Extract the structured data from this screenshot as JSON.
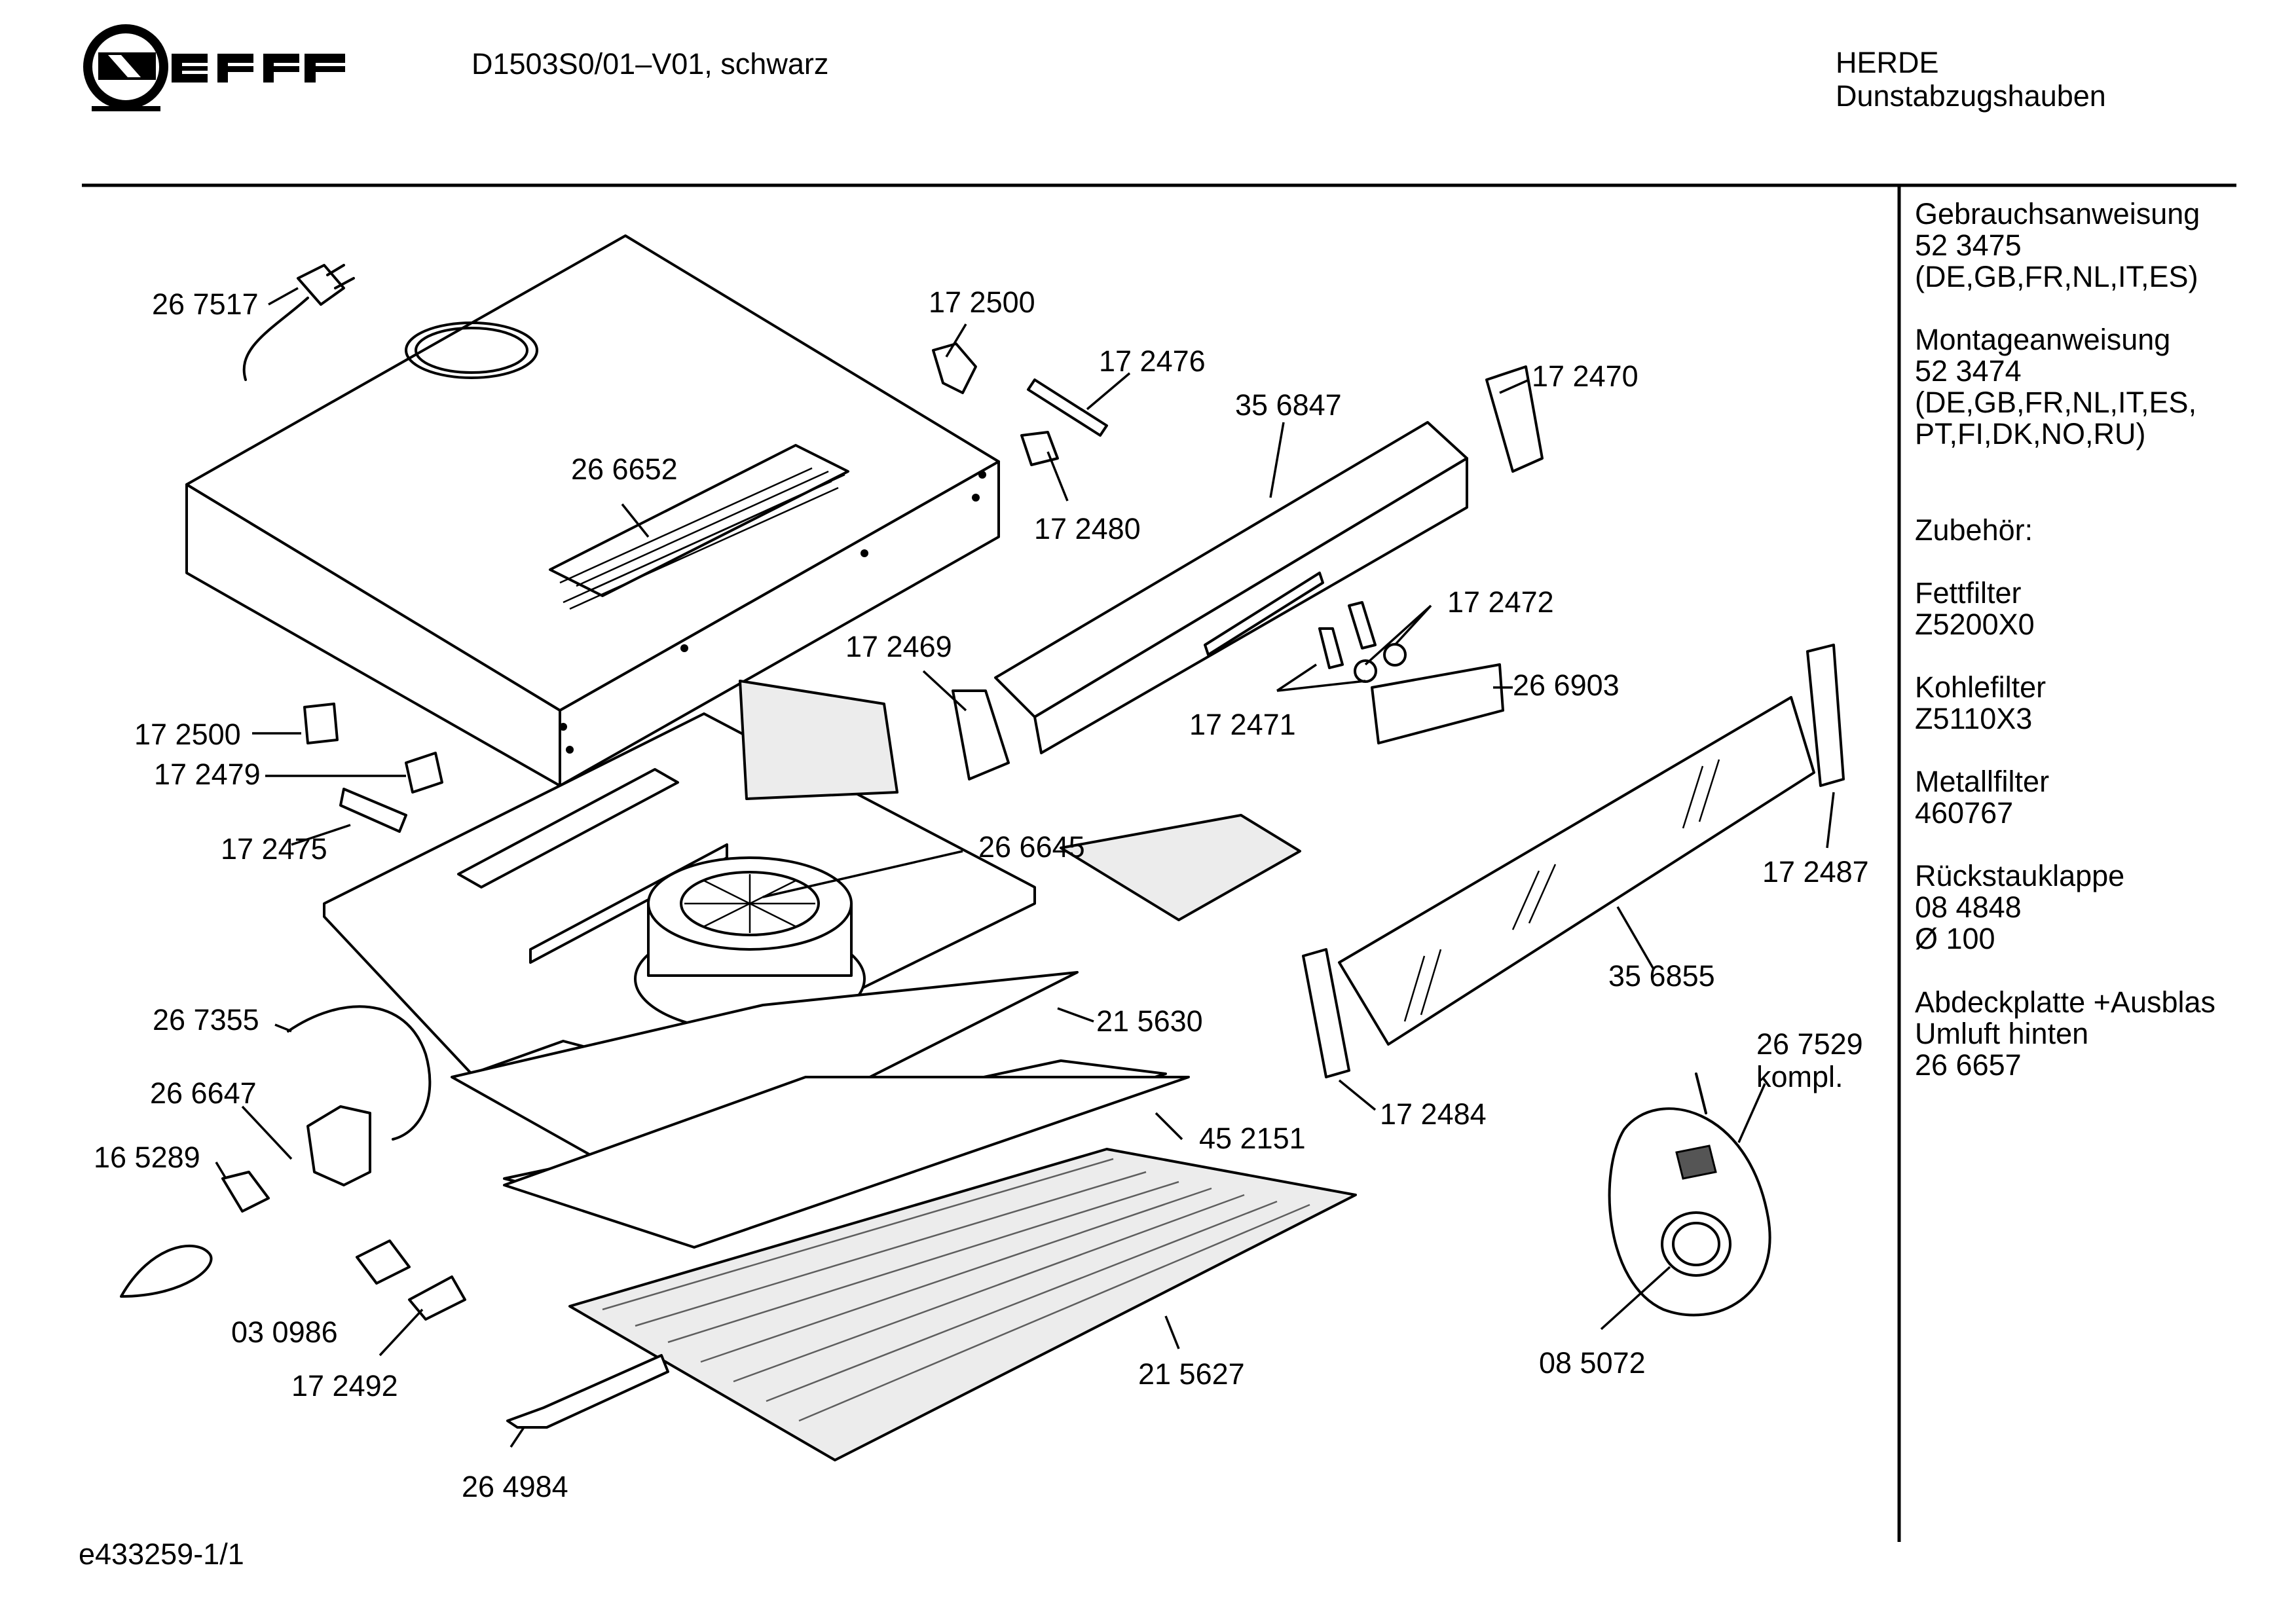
{
  "header": {
    "brand": "NEFF",
    "model": "D1503S0/01–V01, schwarz",
    "category": "HERDE",
    "subcategory": "Dunstabzugshauben"
  },
  "sidebar": {
    "manual_title": "Gebrauchsanweisung",
    "manual_number": "52 3475",
    "manual_languages": "(DE,GB,FR,NL,IT,ES)",
    "mount_title": "Montageanweisung",
    "mount_number": "52 3474",
    "mount_languages_1": "(DE,GB,FR,NL,IT,ES,",
    "mount_languages_2": "PT,FI,DK,NO,RU)",
    "accessories_title": "Zubehör:",
    "accessories": [
      {
        "name": "Fettfilter",
        "code": "Z5200X0"
      },
      {
        "name": "Kohlefilter",
        "code": "Z5110X3"
      },
      {
        "name": "Metallfilter",
        "code": "460767"
      },
      {
        "name": "Rückstauklappe",
        "code": "08 4848",
        "extra": "Ø 100"
      },
      {
        "name": "Abdeckplatte +Ausblas",
        "code": "Umluft hinten",
        "extra": "26 6657"
      }
    ]
  },
  "parts": [
    "26 7517",
    "17 2500",
    "17 2476",
    "17 2470",
    "35 6847",
    "26 6652",
    "17 2480",
    "17 2472",
    "17 2469",
    "26 6903",
    "17 2471",
    "17 2500",
    "17 2479",
    "17 2475",
    "26 6645",
    "17 2487",
    "35 6855",
    "26 7355",
    "21 5630",
    "26 7529",
    "kompl.",
    "26 6647",
    "17 2484",
    "45 2151",
    "16 5289",
    "03 0986",
    "21 5627",
    "08 5072",
    "17 2492",
    "26 4984"
  ],
  "footer": {
    "drawing_id": "e433259-1/1"
  }
}
